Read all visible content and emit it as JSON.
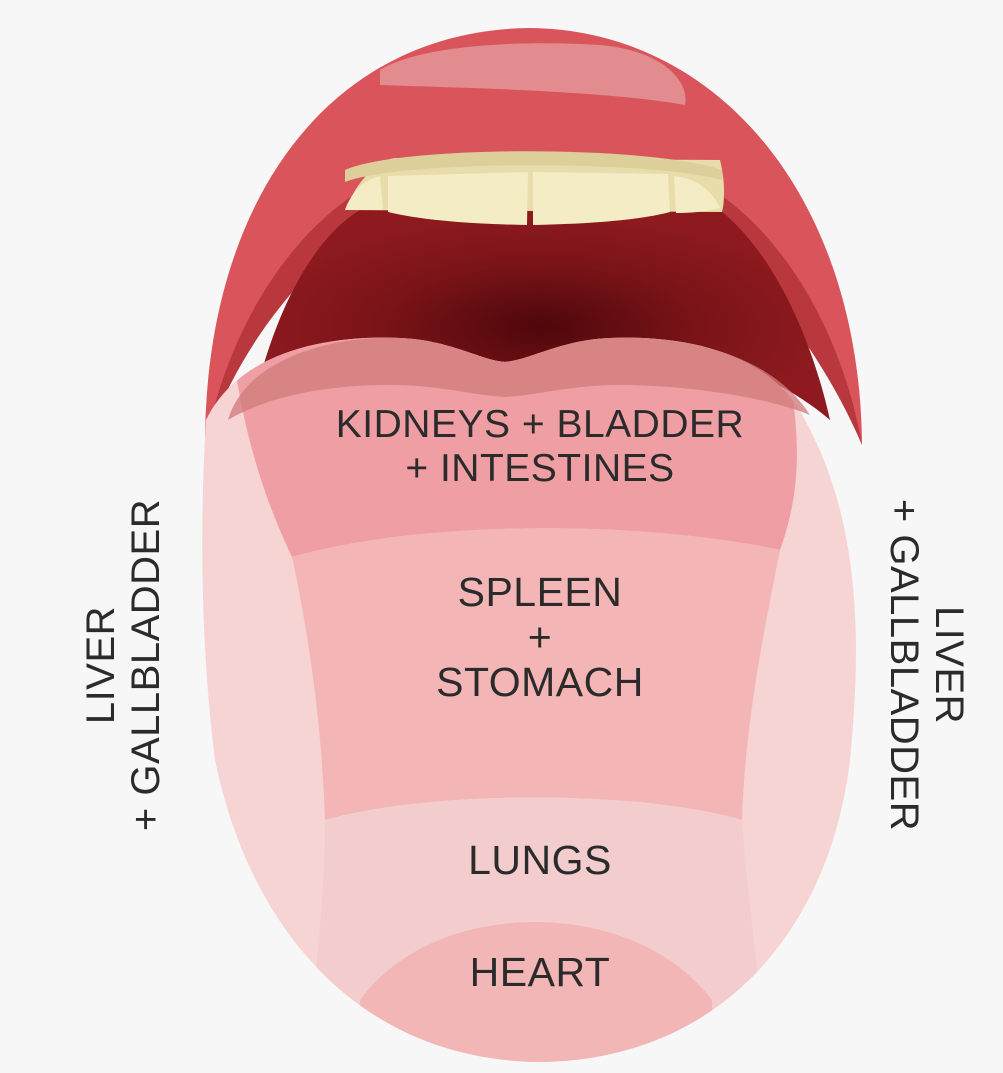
{
  "labels": {
    "kidneys": {
      "line1": "KIDNEYS + BLADDER",
      "line2": "+ INTESTINES"
    },
    "spleen": {
      "line1": "SPLEEN",
      "line2": "+",
      "line3": "STOMACH"
    },
    "lungs": "LUNGS",
    "heart": "HEART",
    "liver_left": {
      "line1": "LIVER",
      "line2": "+ GALLBLADDER"
    },
    "liver_right": {
      "line1": "LIVER",
      "line2": "+ GALLBLADDER"
    }
  },
  "colors": {
    "background": "#f7f7f7",
    "lip": "#d9555b",
    "lip_shadow": "#b8383e",
    "mouth_inside": "#8e1a1f",
    "throat": "#5a0a0e",
    "teeth": "#f4ecc5",
    "zone_kidneys": "#ef9fa3",
    "zone_spleen": "#f3b5b6",
    "zone_lungs": "#f3cdcd",
    "zone_heart": "#f2b6b6",
    "zone_liver": "#f7d4d4",
    "text": "#2b2b2b"
  }
}
